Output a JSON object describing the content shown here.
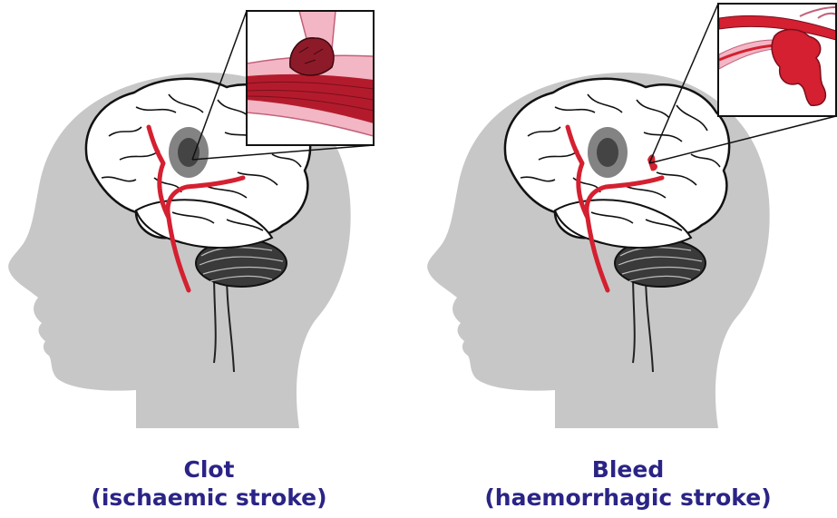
{
  "panels": [
    {
      "title": "Clot",
      "subtitle": "(ischaemic stroke)"
    },
    {
      "title": "Bleed",
      "subtitle": "(haemorrhagic stroke)"
    }
  ],
  "colors": {
    "head": "#c7c7c7",
    "artery": "#d42030",
    "caption": "#2b2486",
    "vessel_pink": "#f3b6c4"
  },
  "icons": [
    "head-silhouette",
    "brain-illustration",
    "cerebellum",
    "artery",
    "clot-inset",
    "bleed-inset"
  ]
}
